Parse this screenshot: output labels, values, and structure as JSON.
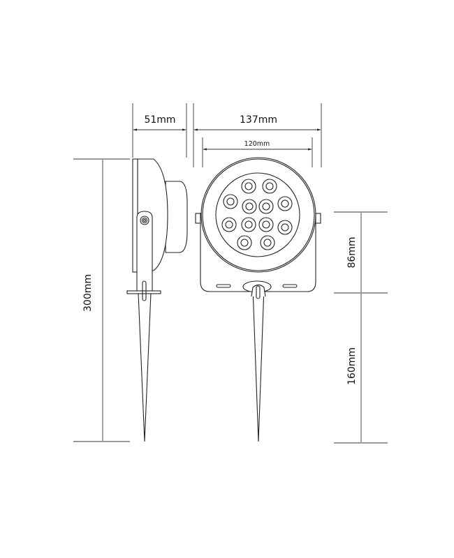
{
  "dimensions": {
    "side_width": "51mm",
    "front_width": "137mm",
    "lens_width": "120mm",
    "total_height": "300mm",
    "head_height": "86mm",
    "spike_height": "160mm"
  },
  "led_count": 12
}
